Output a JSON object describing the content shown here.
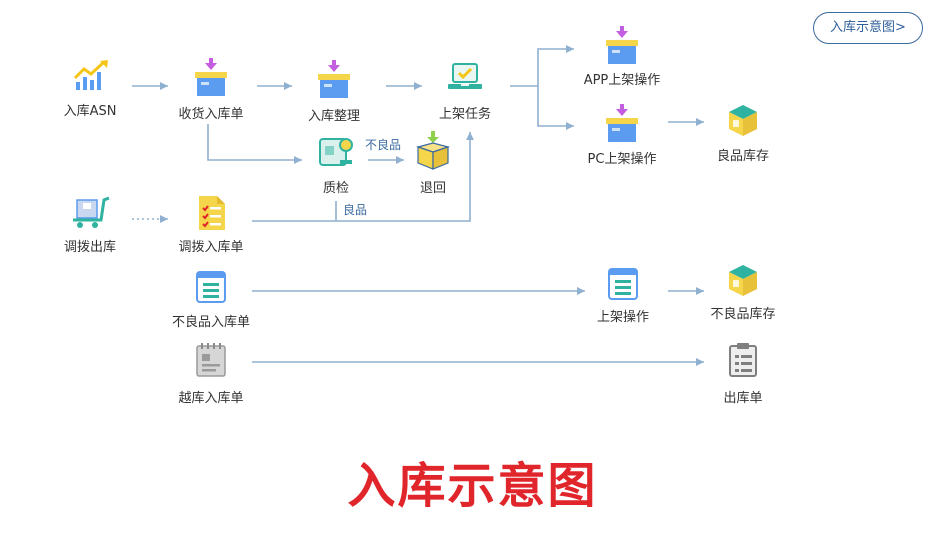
{
  "top_button": {
    "label": "入库示意图",
    "chevron": ">"
  },
  "title": "入库示意图",
  "nodes": {
    "asn": {
      "label": "入库ASN",
      "icon": "trend-chart-icon"
    },
    "receive_order": {
      "label": "收货入库单",
      "icon": "inbound-box-icon"
    },
    "sorting": {
      "label": "入库整理",
      "icon": "inbound-box-icon"
    },
    "putaway_task": {
      "label": "上架任务",
      "icon": "laptop-check-icon"
    },
    "app_putaway": {
      "label": "APP上架操作",
      "icon": "inbound-box-icon"
    },
    "pc_putaway": {
      "label": "PC上架操作",
      "icon": "inbound-box-icon"
    },
    "good_stock": {
      "label": "良品库存",
      "icon": "stock-cube-icon"
    },
    "quality_check": {
      "label": "质检",
      "icon": "inspection-icon"
    },
    "return": {
      "label": "退回",
      "icon": "return-box-icon"
    },
    "transfer_out": {
      "label": "调拨出库",
      "icon": "delivery-cart-icon"
    },
    "transfer_in": {
      "label": "调拨入库单",
      "icon": "checklist-icon"
    },
    "defect_in": {
      "label": "不良品入库单",
      "icon": "notepad-icon"
    },
    "putaway_op": {
      "label": "上架操作",
      "icon": "notepad-icon"
    },
    "defect_stock": {
      "label": "不良品库存",
      "icon": "stock-cube-icon"
    },
    "cross_in": {
      "label": "越库入库单",
      "icon": "gray-notepad-icon"
    },
    "outbound": {
      "label": "出库单",
      "icon": "clipboard-icon"
    }
  },
  "edge_labels": {
    "defective": "不良品",
    "good": "良品"
  },
  "colors": {
    "line": "#8fb0cf",
    "accent_blue": "#3b6aa0",
    "box_blue": "#5b9bf0",
    "box_yellow": "#f5d64a",
    "arrow_purple": "#c45ee0",
    "title_red": "#e0262b"
  }
}
